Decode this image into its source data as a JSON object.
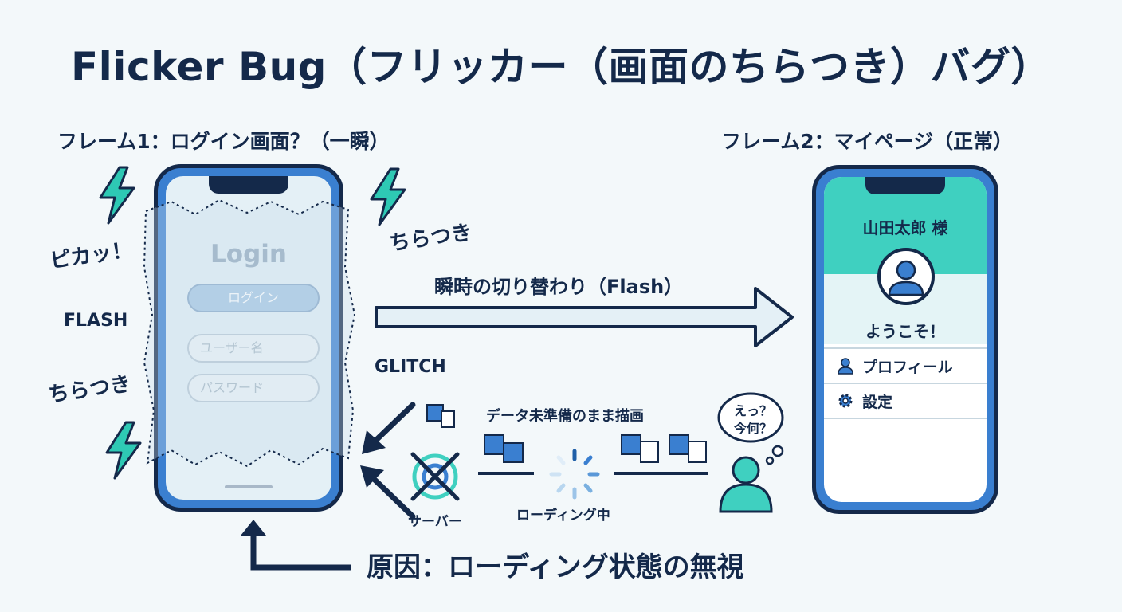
{
  "title": "Flicker Bug（フリッカー（画面のちらつき）バグ）",
  "frame1": {
    "label": "フレーム1：ログイン画面？（一瞬）",
    "login_title": "Login",
    "login_button": "ログイン",
    "username_placeholder": "ユーザー名",
    "password_placeholder": "パスワード"
  },
  "frame2": {
    "label": "フレーム2：マイページ（正常）",
    "user_name": "山田太郎 様",
    "welcome": "ようこそ！",
    "menu": [
      "プロフィール",
      "設定"
    ]
  },
  "effects": {
    "pikat": "ピカッ！",
    "flash": "FLASH",
    "chiratsuki_left": "ちらつき",
    "chiratsuki_right": "ちらつき",
    "glitch": "GLITCH"
  },
  "arrow_label": "瞬時の切り替わり（Flash）",
  "render_label": "データ未準備のまま描画",
  "server_label": "サーバー",
  "loading_label": "ローディング中",
  "speech": [
    "えっ？",
    "今何？"
  ],
  "cause": "原因：ローディング状態の無視",
  "colors": {
    "navy": "#14294a",
    "phone_blue": "#3a7fd0",
    "teal": "#3fd0c0",
    "lightning": "#2ec9b4",
    "light_screen": "#e4f0f6"
  }
}
